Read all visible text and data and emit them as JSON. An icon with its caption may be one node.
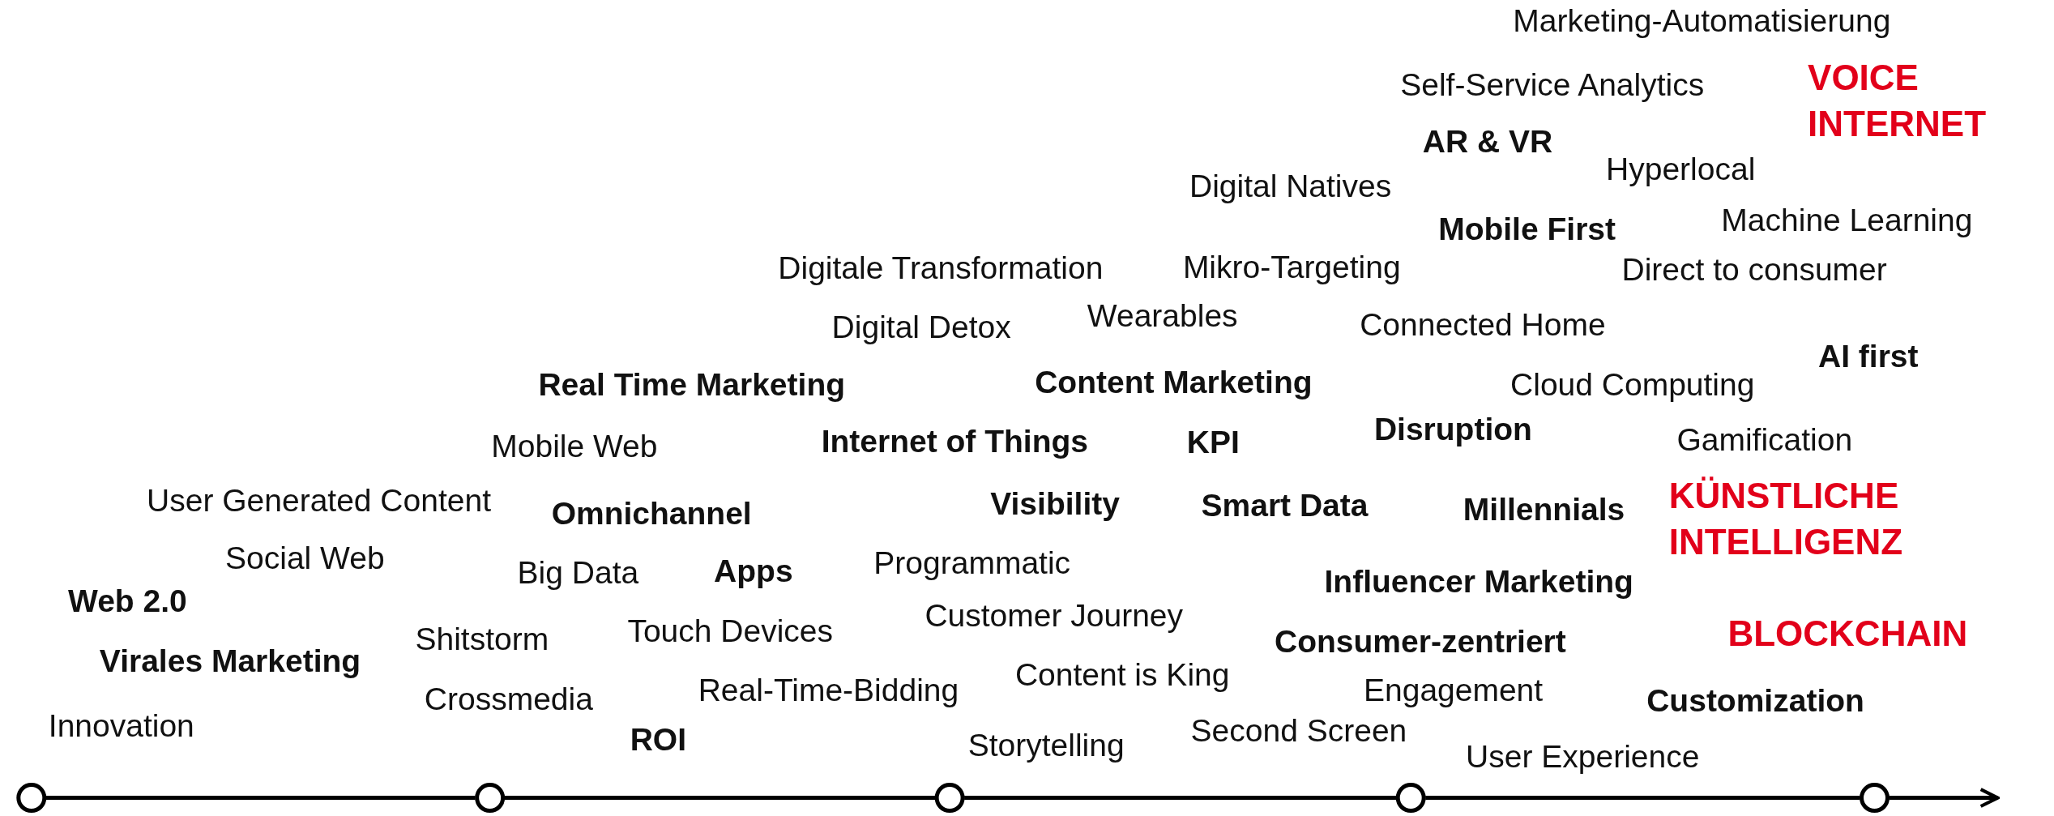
{
  "diagram": {
    "nodes": [
      {
        "text": [],
        "shape": "circle"
      },
      {
        "text": [],
        "shape": "circle"
      },
      {
        "text": [],
        "shape": "circle"
      },
      {
        "text": [],
        "shape": "circle"
      },
      {
        "text": [],
        "shape": "circle"
      }
    ],
    "edges": [
      {
        "from": 0,
        "to": 1,
        "arrow": "none"
      },
      {
        "from": 1,
        "to": 2,
        "arrow": "none"
      },
      {
        "from": 2,
        "to": 3,
        "arrow": "none"
      },
      {
        "from": 3,
        "to": 4,
        "arrow": "none"
      },
      {
        "from": 4,
        "to": null,
        "arrow": "to"
      }
    ],
    "labels": [
      "Marketing-Automatisierung",
      "Self-Service Analytics",
      "VOICE INTERNET",
      "AR & VR",
      "Hyperlocal",
      "Digital Natives",
      "Mobile First",
      "Machine Learning",
      "Digitale Transformation",
      "Mikro-Targeting",
      "Direct to consumer",
      "Digital Detox",
      "Wearables",
      "Connected Home",
      "AI first",
      "Real Time Marketing",
      "Content Marketing",
      "Cloud Computing",
      "Internet of Things",
      "KPI",
      "Disruption",
      "Mobile Web",
      "Gamification",
      "User Generated Content",
      "Omnichannel",
      "Visibility",
      "Smart Data",
      "Millennials",
      "KÜNSTLICHE INTELLIGENZ",
      "Social Web",
      "Big Data",
      "Apps",
      "Programmatic",
      "Influencer Marketing",
      "Web 2.0",
      "Customer Journey",
      "Shitstorm",
      "Touch Devices",
      "Consumer-zentriert",
      "BLOCKCHAIN",
      "Virales Marketing",
      "Crossmedia",
      "Real-Time-Bidding",
      "Content is King",
      "Engagement",
      "Customization",
      "Innovation",
      "Second Screen",
      "ROI",
      "Storytelling",
      "User Experience"
    ]
  }
}
